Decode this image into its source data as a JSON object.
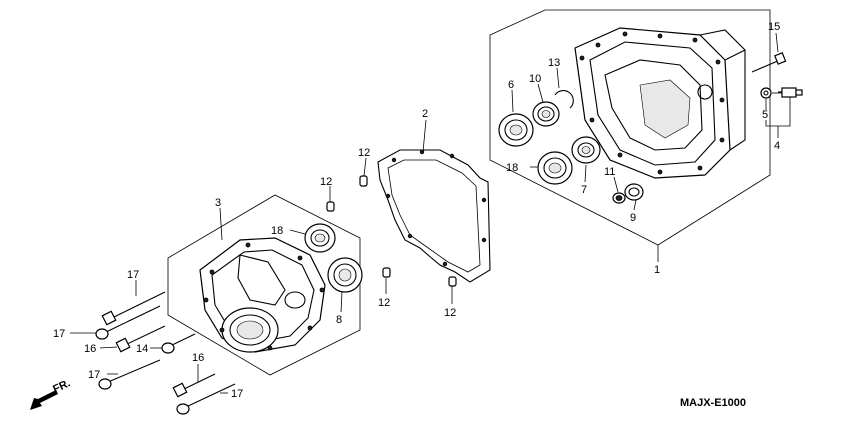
{
  "callouts": {
    "c1": "1",
    "c2": "2",
    "c3": "3",
    "c4": "4",
    "c5": "5",
    "c6": "6",
    "c7": "7",
    "c8": "8",
    "c9": "9",
    "c10": "10",
    "c11": "11",
    "c12a": "12",
    "c12b": "12",
    "c12c": "12",
    "c12d": "12",
    "c13": "13",
    "c14": "14",
    "c15": "15",
    "c16a": "16",
    "c16b": "16",
    "c17a": "17",
    "c17b": "17",
    "c17c": "17",
    "c17d": "17",
    "c18a": "18",
    "c18b": "18"
  },
  "diagram_code": "MAJX-E1000",
  "direction_label": "FR."
}
